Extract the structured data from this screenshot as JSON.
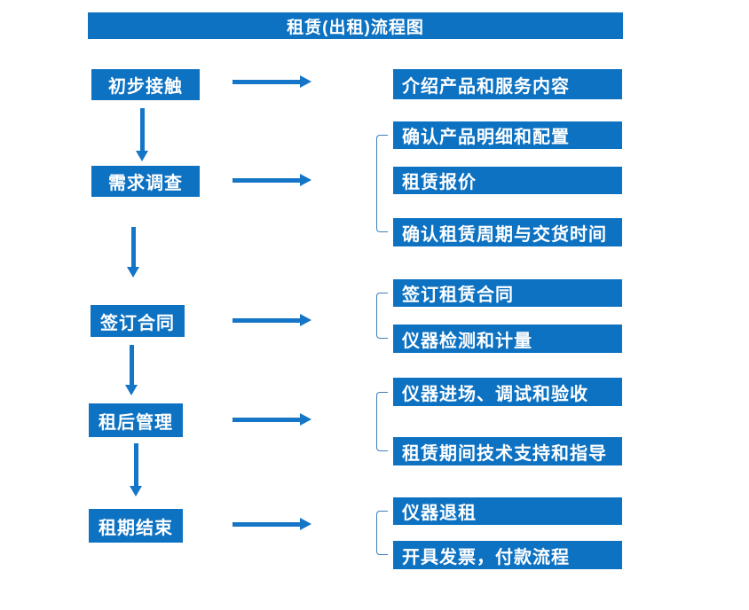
{
  "title": "租赁(出租)流程图",
  "colors": {
    "box": "#0E72C2",
    "text": "#FFFFFF",
    "arrow": "#1576C8",
    "bracket": "#3D7EBB",
    "background": "#FFFFFF"
  },
  "steps": [
    {
      "label": "初步接触",
      "outputs": [
        "介绍产品和服务内容"
      ]
    },
    {
      "label": "需求调查",
      "outputs": [
        "确认产品明细和配置",
        "租赁报价",
        "确认租赁周期与交货时间"
      ]
    },
    {
      "label": "签订合同",
      "outputs": [
        "签订租赁合同",
        "仪器检测和计量"
      ]
    },
    {
      "label": "租后管理",
      "outputs": [
        "仪器进场、调试和验收",
        "租赁期间技术支持和指导"
      ]
    },
    {
      "label": "租期结束",
      "outputs": [
        "仪器退租",
        "开具发票，付款流程"
      ]
    }
  ]
}
